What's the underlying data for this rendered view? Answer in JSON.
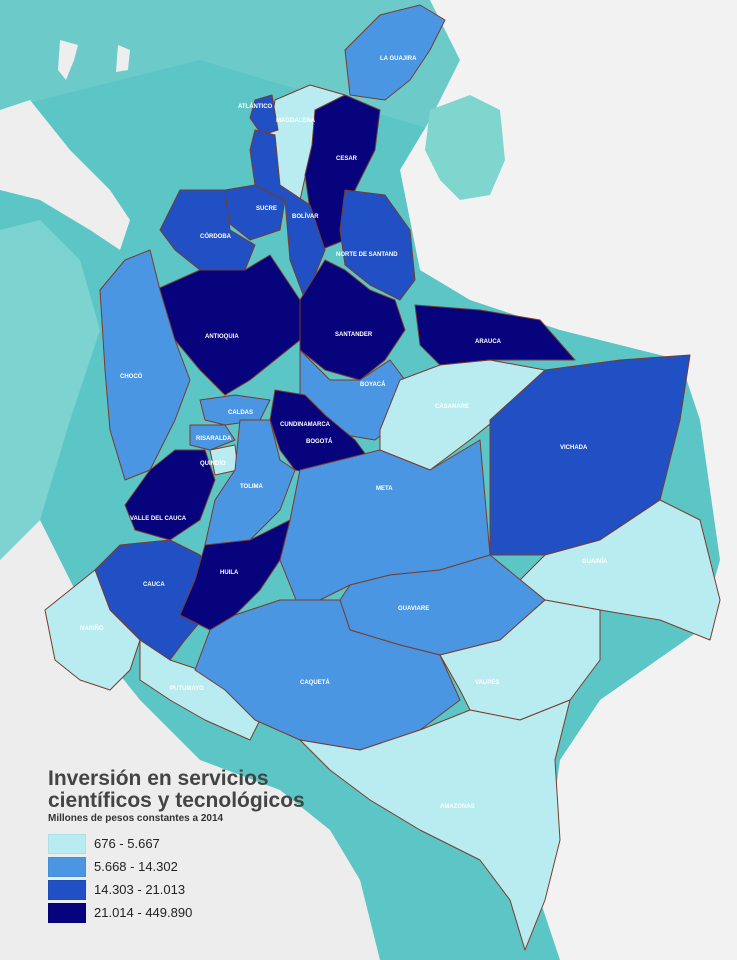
{
  "legend": {
    "title_line1": "Inversión en servicios",
    "title_line2": "científicos y tecnológicos",
    "subtitle": "Millones de pesos constantes a 2014",
    "items": [
      {
        "label": "676 - 5.667",
        "color": "#b9ecf0"
      },
      {
        "label": "5.668 - 14.302",
        "color": "#4a96e2"
      },
      {
        "label": "14.303 - 21.013",
        "color": "#2050c4"
      },
      {
        "label": "21.014 - 449.890",
        "color": "#06037d"
      }
    ]
  },
  "departments": {
    "la_guajira": "LA GUAJIRA",
    "atlantico": "ATLÁNTICO",
    "magdalena": "MAGDALENA",
    "cesar": "CESAR",
    "sucre": "SUCRE",
    "bolivar": "BOLÍVAR",
    "cordoba": "CÓRDOBA",
    "norte_de_santander": "NORTE DE SANTAND",
    "antioquia": "ANTIOQUIA",
    "santander": "SANTANDER",
    "arauca": "ARAUCA",
    "choco": "CHOCÓ",
    "boyaca": "BOYACÁ",
    "casanare": "CASANARE",
    "caldas": "CALDAS",
    "risaralda": "RISARALDA",
    "quindio": "QUINDÍO",
    "cundinamarca": "CUNDINAMARCA",
    "bogota": "BOGOTÁ",
    "vichada": "VICHADA",
    "tolima": "TOLIMA",
    "valle_del_cauca": "VALLE DEL CAUCA",
    "meta": "META",
    "cauca": "CAUCA",
    "huila": "HUILA",
    "guainia": "GUAINÍA",
    "guaviare": "GUAVIARE",
    "narino": "NARIÑO",
    "putumayo": "PUTUMAYO",
    "caqueta": "CAQUETÁ",
    "vaupes": "VAUPÉS",
    "amazonas": "AMAZONAS"
  }
}
